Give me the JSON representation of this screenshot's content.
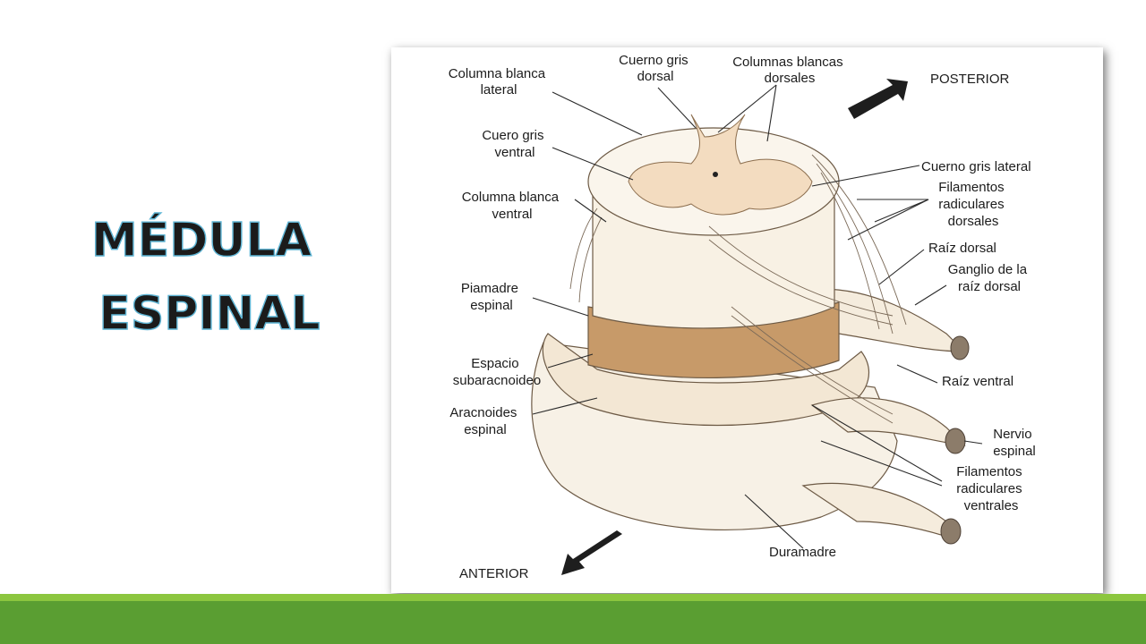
{
  "slide": {
    "title_line1": "MÉDULA",
    "title_line2": "ESPINAL"
  },
  "colors": {
    "title_outline": "#5fb6d6",
    "footer_light": "#8cc63f",
    "footer_dark": "#5a9e32",
    "tissue": "#f6eee0",
    "gray_matter": "#f3dcc0",
    "pia_band": "#b8895a"
  },
  "diagram": {
    "orientation": {
      "posterior": "POSTERIOR",
      "anterior": "ANTERIOR"
    },
    "labels": {
      "columna_blanca_lateral": [
        "Columna blanca",
        "lateral"
      ],
      "cuerno_gris_dorsal": [
        "Cuerno gris",
        "dorsal"
      ],
      "columnas_blancas_dorsales": [
        "Columnas blancas",
        "dorsales"
      ],
      "cuero_gris_ventral": [
        "Cuero gris",
        "ventral"
      ],
      "columna_blanca_ventral": [
        "Columna blanca",
        "ventral"
      ],
      "piamadre_espinal": [
        "Piamadre",
        "espinal"
      ],
      "espacio_subaracnoideo": [
        "Espacio",
        "subaracnoideo"
      ],
      "aracnoides_espinal": [
        "Aracnoides",
        "espinal"
      ],
      "cuerno_gris_lateral": [
        "Cuerno gris lateral"
      ],
      "filamentos_radiculares_dorsales": [
        "Filamentos",
        "radiculares",
        "dorsales"
      ],
      "raiz_dorsal": [
        "Raíz dorsal"
      ],
      "ganglio_raiz_dorsal": [
        "Ganglio de la",
        "raíz dorsal"
      ],
      "raiz_ventral": [
        "Raíz ventral"
      ],
      "nervio_espinal": [
        "Nervio",
        "espinal"
      ],
      "filamentos_radiculares_ventrales": [
        "Filamentos",
        "radiculares",
        "ventrales"
      ],
      "duramadre": [
        "Duramadre"
      ]
    }
  }
}
